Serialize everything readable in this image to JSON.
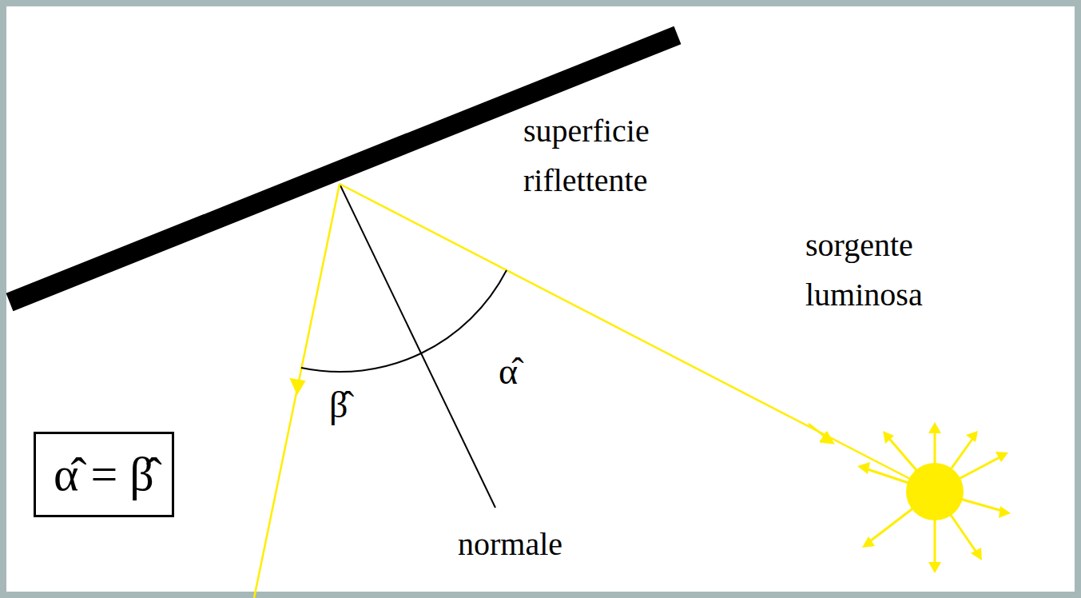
{
  "diagram": {
    "nodes": [
      {
        "text": [
          "α̂ = β̂"
        ]
      }
    ],
    "labels": [
      "superficie riflettente",
      "sorgente luminosa",
      "α̂",
      "β̂",
      "normale"
    ]
  }
}
